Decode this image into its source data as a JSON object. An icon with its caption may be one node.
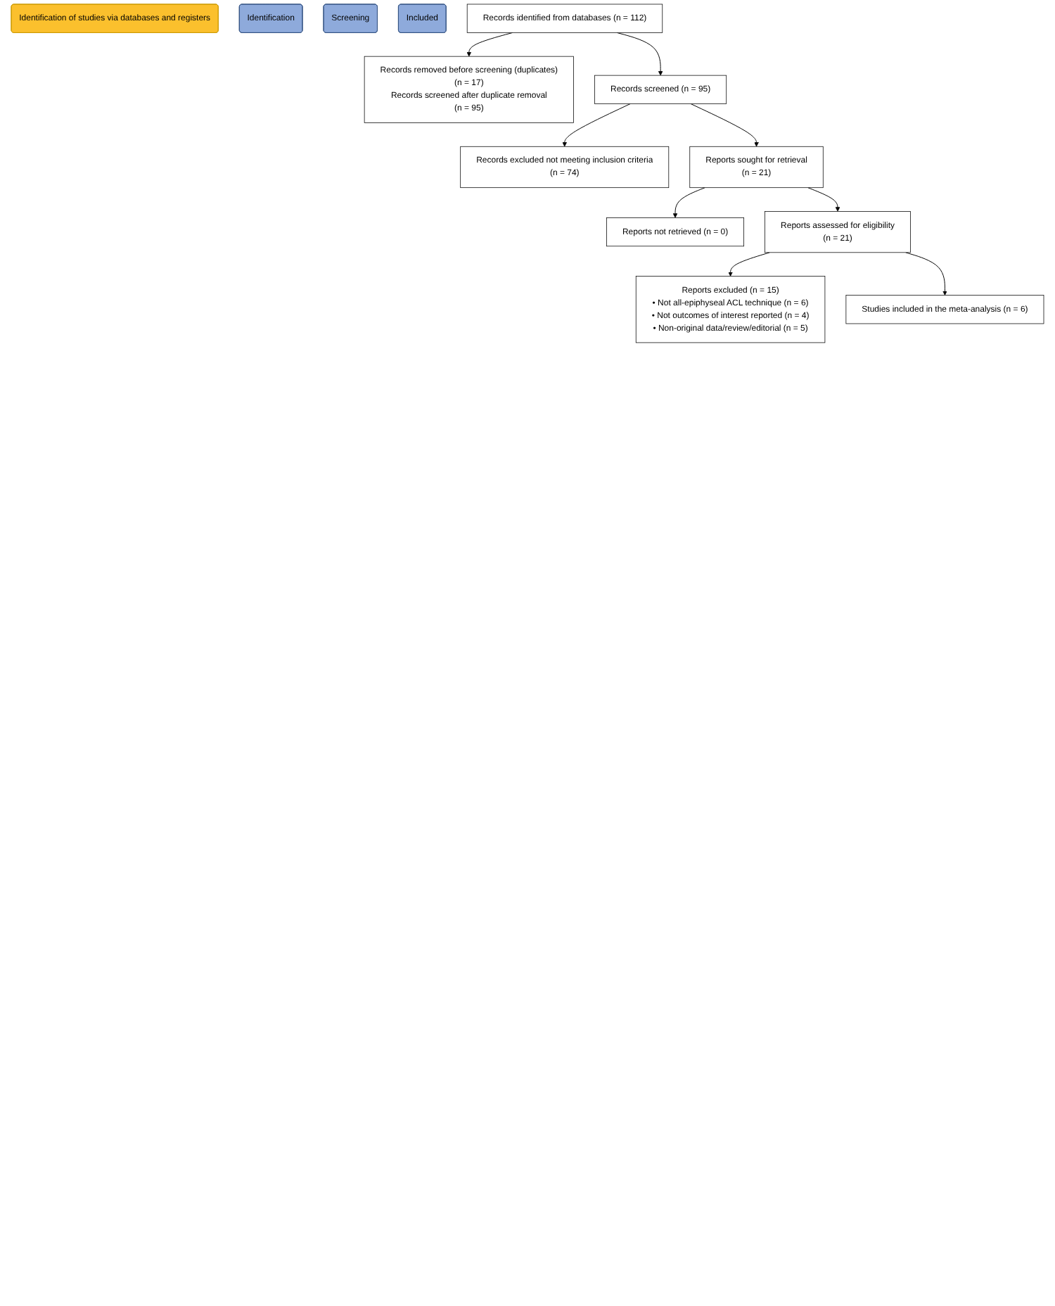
{
  "diagram": {
    "nodes": [
      {
        "text": [
          "Identification of studies via databases and registers"
        ]
      },
      {
        "text": [
          "Identification"
        ]
      },
      {
        "text": [
          "Screening"
        ]
      },
      {
        "text": [
          "Included"
        ]
      },
      {
        "text": [
          "Records identified from databases  (n = 112)"
        ]
      },
      {
        "text": [
          "Records removed before screening (duplicates)",
          "(n = 17)",
          "Records screened after duplicate removal",
          "(n = 95)"
        ]
      },
      {
        "text": [
          "Records screened (n = 95)"
        ]
      },
      {
        "text": [
          "Records excluded  not meeting inclusion criteria",
          "(n = 74)"
        ]
      },
      {
        "text": [
          "Reports sought for retrieval",
          "(n = 21)"
        ]
      },
      {
        "text": [
          "Reports not retrieved (n = 0)"
        ]
      },
      {
        "text": [
          "Reports assessed for eligibility",
          "(n = 21)"
        ]
      },
      {
        "text": [
          "Reports excluded  (n = 15)",
          "• Not all-epiphyseal ACL technique (n = 6)",
          "• Not outcomes of interest reported (n = 4)",
          "• Non-original data/review/editorial (n = 5)"
        ]
      },
      {
        "text": [
          "Studies included in the meta-analysis (n = 6)"
        ]
      }
    ],
    "edges": [
      {
        "from": 4,
        "to": 5,
        "arrow": "to"
      },
      {
        "from": 4,
        "to": 6,
        "arrow": "to"
      },
      {
        "from": 6,
        "to": 7,
        "arrow": "to"
      },
      {
        "from": 6,
        "to": 8,
        "arrow": "to"
      },
      {
        "from": 8,
        "to": 9,
        "arrow": "to"
      },
      {
        "from": 8,
        "to": 10,
        "arrow": "to"
      },
      {
        "from": 10,
        "to": 11,
        "arrow": "to"
      },
      {
        "from": 10,
        "to": 12,
        "arrow": "to"
      }
    ]
  }
}
